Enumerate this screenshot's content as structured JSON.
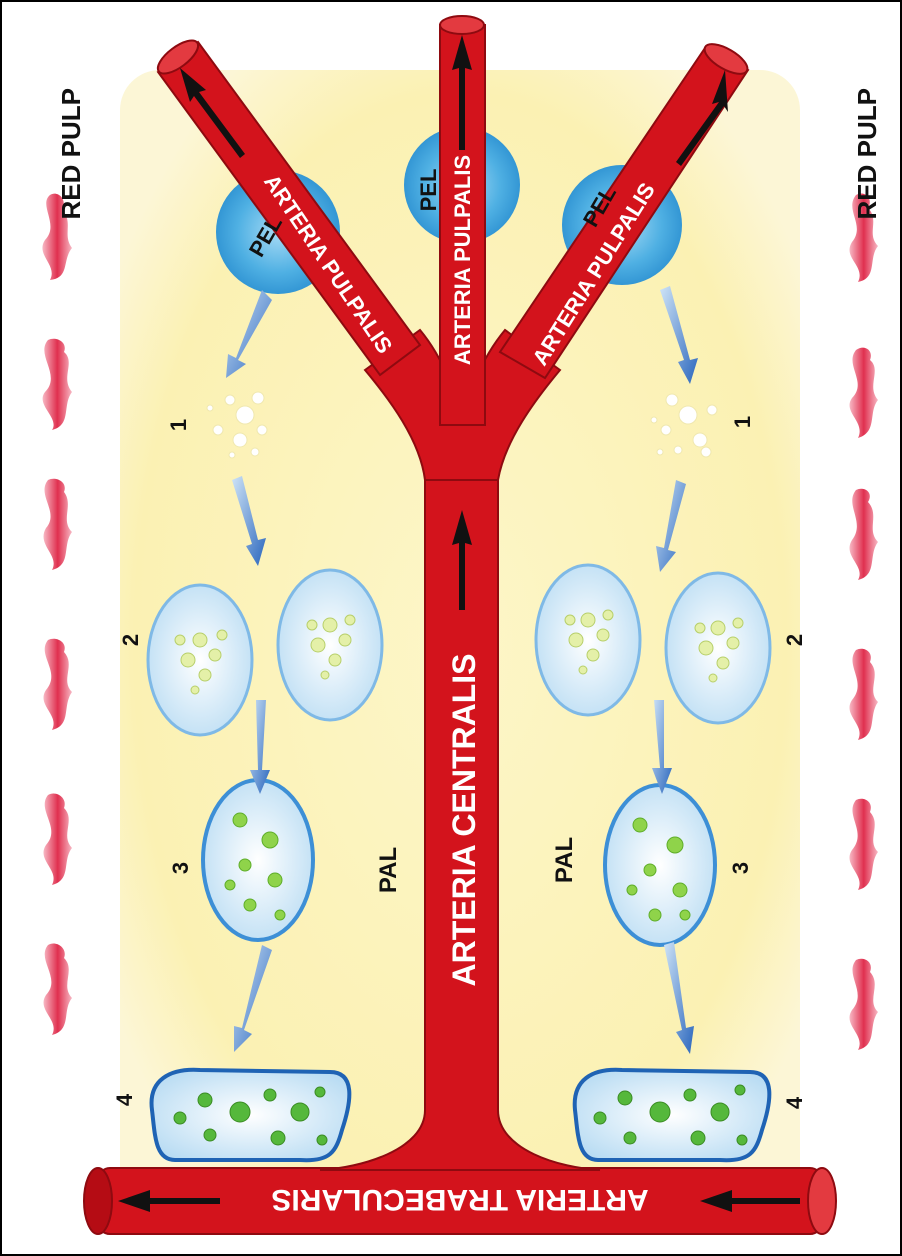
{
  "labels": {
    "red_pulp_left": "RED PULP",
    "red_pulp_right": "RED PULP",
    "pel": "PEL",
    "pal": "PAL",
    "arteria_pulpalis": "ARTERIA PULPALIS",
    "arteria_centralis": "ARTERIA CENTRALIS",
    "arteria_trabecularis": "ARTERIA TRABECULARIS",
    "stage_1": "1",
    "stage_2": "2",
    "stage_3": "3",
    "stage_4": "4"
  },
  "colors": {
    "artery": "#d3131c",
    "pal_zone": "#fbf3b8",
    "pel_zone": "#3aa6de",
    "cell_outline": "#3d8fd6",
    "green_granule": "#8fd34a",
    "arrow_blue": "#2f6fc4",
    "red_pulp_blob": "#e0304f"
  }
}
